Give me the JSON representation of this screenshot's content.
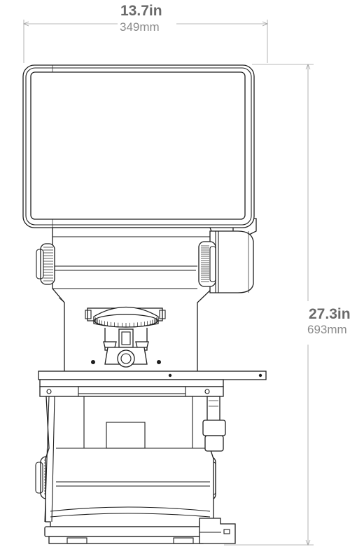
{
  "dimensions": {
    "width": {
      "imperial": "13.7in",
      "metric": "349mm"
    },
    "height": {
      "imperial": "27.3in",
      "metric": "693mm"
    }
  },
  "colors": {
    "line": "#1e1e1e",
    "dimension_line": "#a0a0a0",
    "dimension_text_strong": "#6a6a6a",
    "dimension_text_light": "#8a8a8a",
    "background": "#ffffff"
  }
}
